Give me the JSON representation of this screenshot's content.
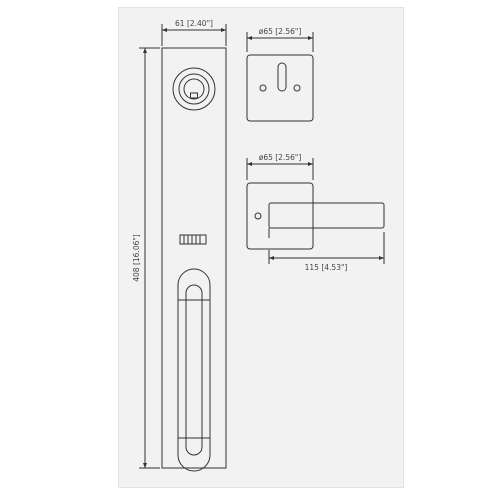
{
  "dimensions": {
    "width_faceplate": "61 [2.40\"]",
    "diameter_deadbolt_rose": "ø65 [2.56\"]",
    "diameter_lever_rose": "ø65 [2.56\"]",
    "lever_length": "115 [4.53\"]",
    "overall_height": "408 [16.06\"]"
  },
  "colors": {
    "line": "#333333",
    "panel_background": "#f2f2f2",
    "text": "#444444"
  }
}
